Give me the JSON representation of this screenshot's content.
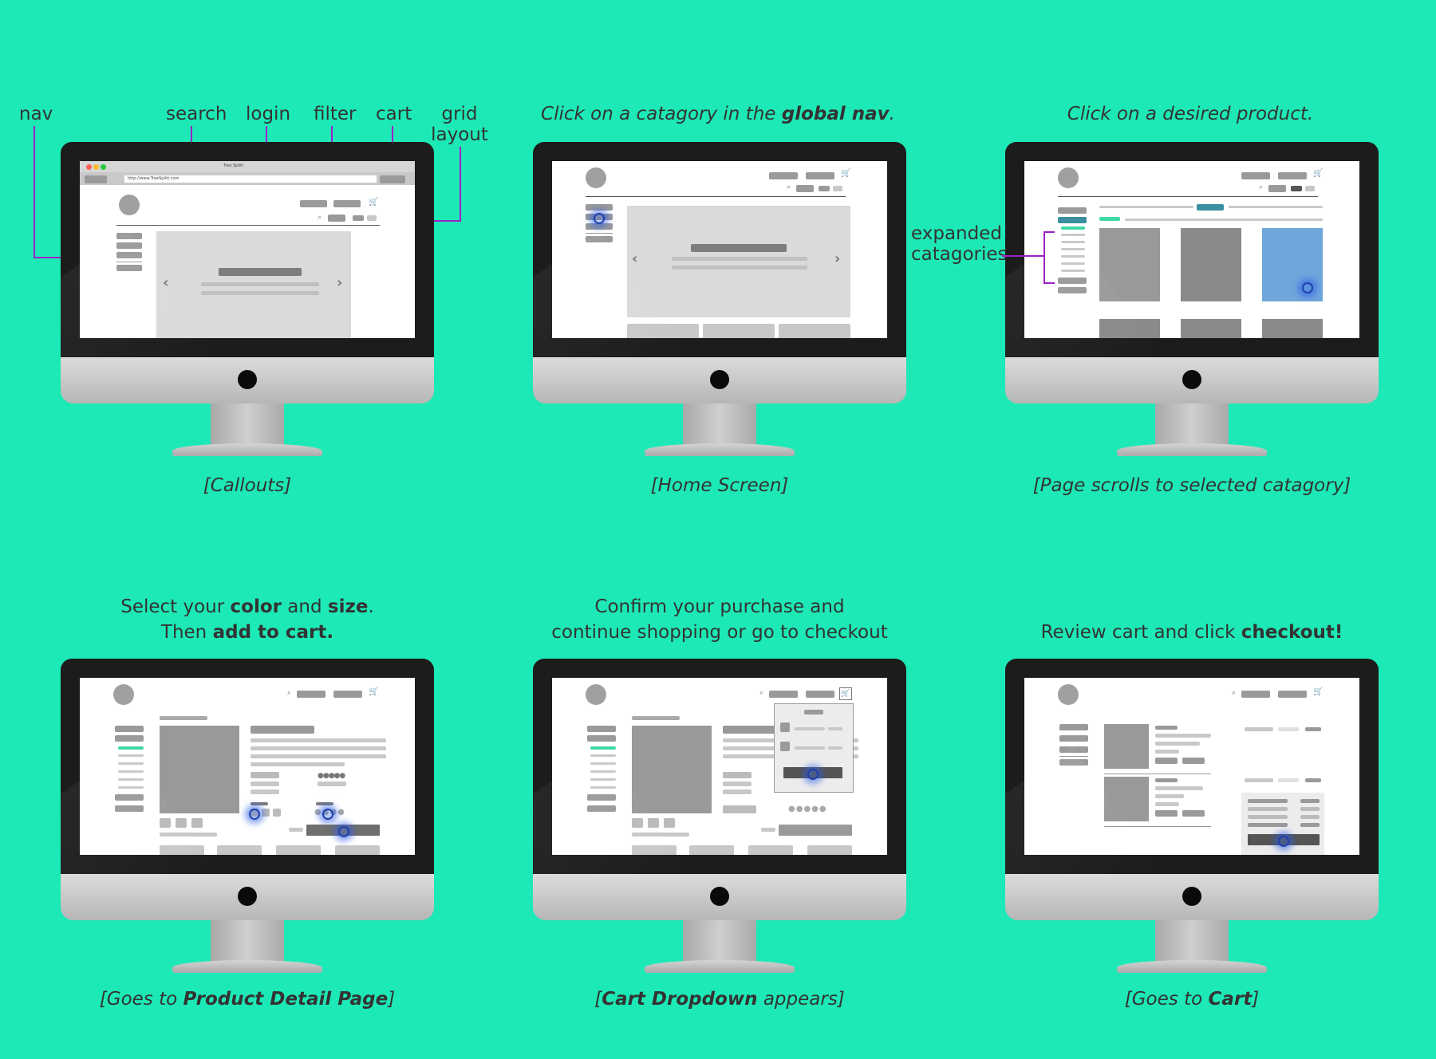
{
  "callout_labels": {
    "nav": "nav",
    "search": "search",
    "login": "login",
    "filter": "filter",
    "cart": "cart",
    "grid": "grid",
    "layout": "layout",
    "expanded": "expanded",
    "categories": "catagories"
  },
  "browser_title": "Tree Splitt",
  "browser_url": "http://www.TreeSplitt.com",
  "steps": [
    {
      "caption": "[Callouts]"
    },
    {
      "instruction_pre": "Click on a catagory in the ",
      "instruction_bold": "global nav",
      "instruction_post": ".",
      "caption": "[Home Screen]"
    },
    {
      "instruction": "Click on a desired product.",
      "caption": "[Page scrolls to selected catagory]"
    },
    {
      "line1_a": "Select your ",
      "line1_b": "color",
      "line1_c": " and ",
      "line1_d": "size",
      "line1_e": ".",
      "line2_a": "Then ",
      "line2_b": "add to cart.",
      "caption_pre": "[Goes to ",
      "caption_bold": "Product Detail Page",
      "caption_post": "]"
    },
    {
      "line1": "Confirm your purchase and",
      "line2": "continue shopping or go to checkout",
      "caption_pre": "[",
      "caption_bold": "Cart Dropdown",
      "caption_post": " appears]"
    },
    {
      "instruction_pre": "Review cart and click ",
      "instruction_bold": "checkout!",
      "caption_pre": "[Goes to ",
      "caption_bold": "Cart",
      "caption_post": "]"
    }
  ],
  "colors": {
    "background": "#1de9b6",
    "callout_line": "#a020c8",
    "click_marker": "#1e3fae",
    "selected_product": "#6fa6db",
    "active_nav": "#3a8fa0"
  }
}
